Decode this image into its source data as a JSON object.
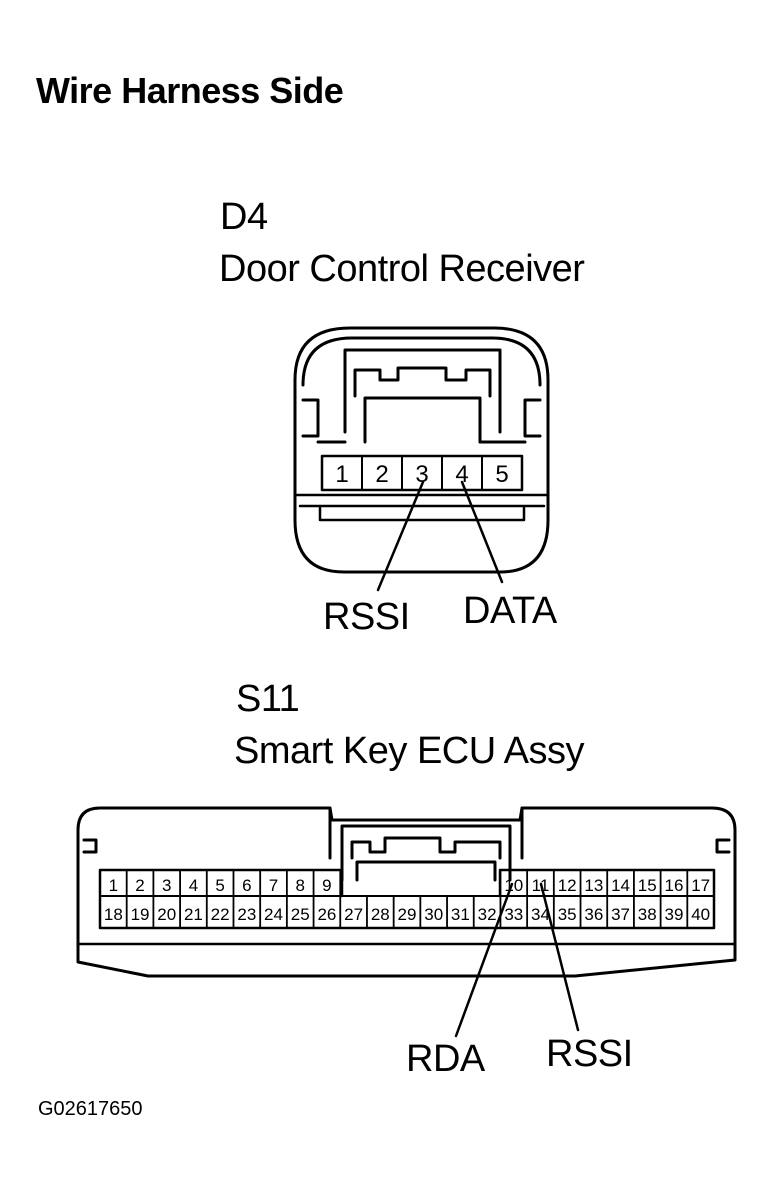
{
  "title": "Wire Harness Side",
  "connector_d4": {
    "code": "D4",
    "name": "Door Control Receiver",
    "pins": [
      "1",
      "2",
      "3",
      "4",
      "5"
    ],
    "callouts": [
      {
        "label": "RSSI",
        "pin": "3"
      },
      {
        "label": "DATA",
        "pin": "4"
      }
    ]
  },
  "connector_s11": {
    "code": "S11",
    "name": "Smart Key ECU Assy",
    "top_row_left": [
      "1",
      "2",
      "3",
      "4",
      "5",
      "6",
      "7",
      "8",
      "9"
    ],
    "top_row_right": [
      "10",
      "11",
      "12",
      "13",
      "14",
      "15",
      "16",
      "17"
    ],
    "bottom_row": [
      "18",
      "19",
      "20",
      "21",
      "22",
      "23",
      "24",
      "25",
      "26",
      "27",
      "28",
      "29",
      "30",
      "31",
      "32",
      "33",
      "34",
      "35",
      "36",
      "37",
      "38",
      "39",
      "40"
    ],
    "callouts": [
      {
        "label": "RDA",
        "pin": "10"
      },
      {
        "label": "RSSI",
        "pin": "11"
      }
    ]
  },
  "figure_code": "G02617650"
}
